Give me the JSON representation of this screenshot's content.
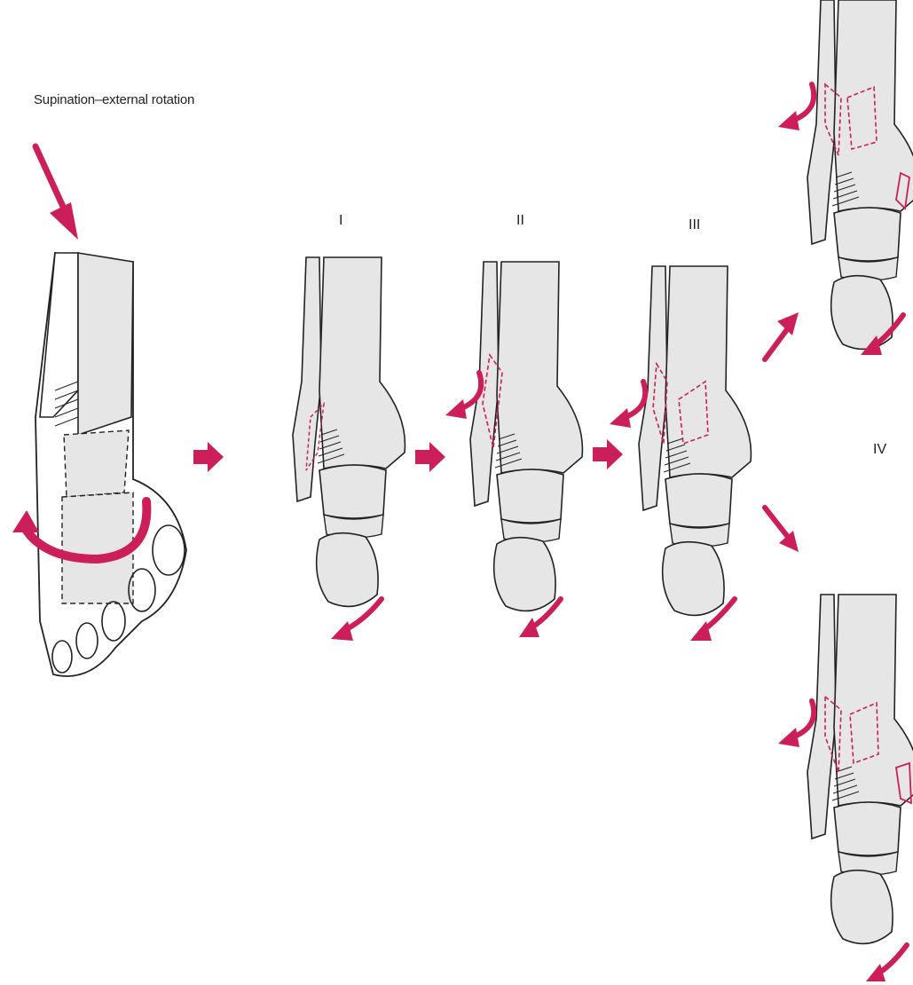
{
  "title": "Supination–external rotation",
  "stages": [
    "I",
    "II",
    "III",
    "IV"
  ],
  "colors": {
    "accent": "#cc1f5a",
    "bone": "#e6e6e6",
    "outline": "#222222"
  }
}
